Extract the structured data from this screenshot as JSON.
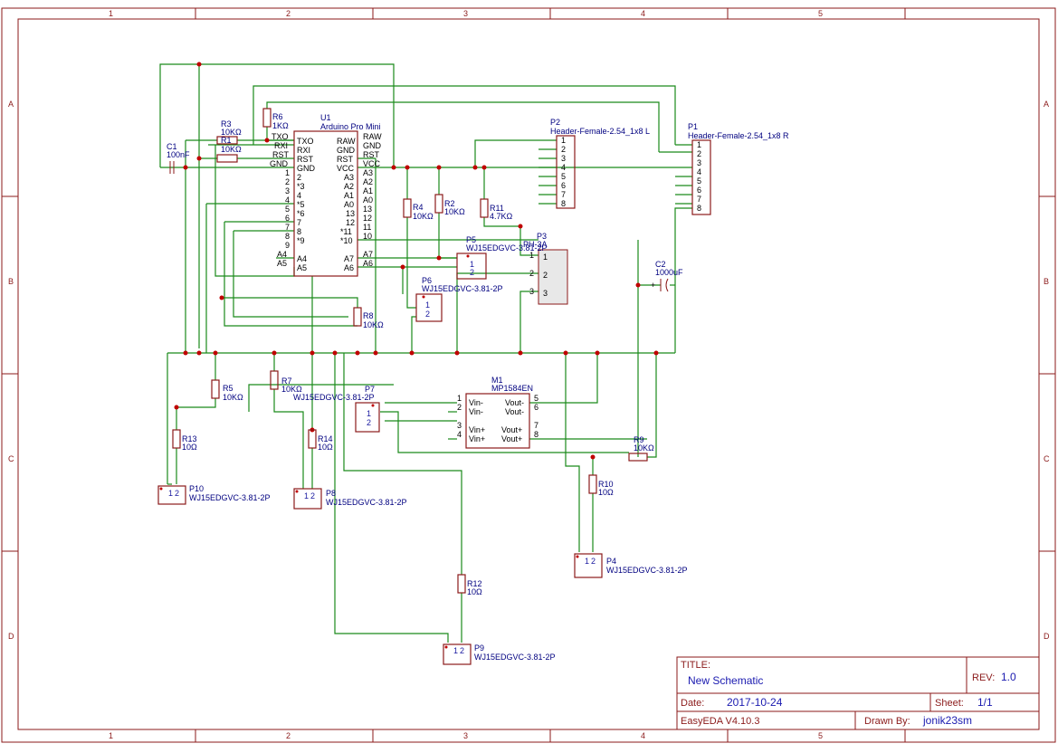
{
  "title_block": {
    "title_label": "TITLE:",
    "title": "New Schematic",
    "rev_label": "REV:",
    "rev": "1.0",
    "date_label": "Date:",
    "date": "2017-10-24",
    "sheet_label": "Sheet:",
    "sheet": "1/1",
    "tool": "EasyEDA V4.10.3",
    "drawn_by_label": "Drawn By:",
    "drawn_by": "jonik23sm"
  },
  "zones": {
    "columns": [
      "1",
      "2",
      "3",
      "4",
      "5"
    ],
    "rows": [
      "A",
      "B",
      "C",
      "D"
    ]
  },
  "components": {
    "u1": {
      "ref": "U1",
      "value": "Arduino Pro Mini",
      "left_pins": [
        "TXO",
        "RXI",
        "RST",
        "GND",
        "2",
        "*3",
        "4",
        "*5",
        "*6",
        "7",
        "8",
        "*9",
        "A4",
        "A5"
      ],
      "left_pin_nums": [
        "1",
        "2",
        "3",
        "4",
        "5",
        "6",
        "7",
        "8",
        "9"
      ],
      "right_pins": [
        "RAW",
        "GND",
        "RST",
        "VCC",
        "A3",
        "A2",
        "A1",
        "A0",
        "13",
        "12",
        "*11",
        "*10",
        "A7",
        "A6"
      ],
      "right_pin_nums": [
        "RAW",
        "GND",
        "RST",
        "VCC",
        "A3",
        "A2",
        "A1",
        "A0",
        "13",
        "12",
        "11",
        "10",
        "A7",
        "A6"
      ]
    },
    "p2": {
      "ref": "P2",
      "value": "Header-Female-2.54_1x8 L",
      "pins": [
        "1",
        "2",
        "3",
        "4",
        "5",
        "6",
        "7",
        "8"
      ]
    },
    "p1": {
      "ref": "P1",
      "value": "Header-Female-2.54_1x8 R",
      "pins": [
        "1",
        "2",
        "3",
        "4",
        "5",
        "6",
        "7",
        "8"
      ]
    },
    "p3": {
      "ref": "P3",
      "value": "PH-3A",
      "pins": [
        "1",
        "2",
        "3"
      ]
    },
    "m1": {
      "ref": "M1",
      "value": "MP1584EN",
      "left_pins": [
        "Vin-",
        "Vin-",
        "Vin+",
        "Vin+"
      ],
      "left_nums": [
        "1",
        "2",
        "3",
        "4"
      ],
      "right_pins": [
        "Vout-",
        "Vout-",
        "Vout+",
        "Vout+"
      ],
      "right_nums": [
        "5",
        "6",
        "7",
        "8"
      ]
    },
    "r1": {
      "ref": "R1",
      "value": "10KΩ"
    },
    "r2": {
      "ref": "R2",
      "value": "10KΩ"
    },
    "r3": {
      "ref": "R3",
      "value": "10KΩ"
    },
    "r4": {
      "ref": "R4",
      "value": "10KΩ"
    },
    "r5": {
      "ref": "R5",
      "value": "10KΩ"
    },
    "r6": {
      "ref": "R6",
      "value": "1KΩ"
    },
    "r7": {
      "ref": "R7",
      "value": "10KΩ"
    },
    "r8": {
      "ref": "R8",
      "value": "10KΩ"
    },
    "r9": {
      "ref": "R9",
      "value": "10KΩ"
    },
    "r10": {
      "ref": "R10",
      "value": "10Ω"
    },
    "r11": {
      "ref": "R11",
      "value": "4.7KΩ"
    },
    "r12": {
      "ref": "R12",
      "value": "10Ω"
    },
    "r13": {
      "ref": "R13",
      "value": "10Ω"
    },
    "r14": {
      "ref": "R14",
      "value": "10Ω"
    },
    "c1": {
      "ref": "C1",
      "value": "100nF"
    },
    "c2": {
      "ref": "C2",
      "value": "1000uF",
      "plus": "+"
    },
    "p4": {
      "ref": "P4",
      "value": "WJ15EDGVC-3.81-2P"
    },
    "p5": {
      "ref": "P5",
      "value": "WJ15EDGVC-3.81-2P"
    },
    "p6": {
      "ref": "P6",
      "value": "WJ15EDGVC-3.81-2P"
    },
    "p7": {
      "ref": "P7",
      "value": "WJ15EDGVC-3.81-2P"
    },
    "p8": {
      "ref": "P8",
      "value": "WJ15EDGVC-3.81-2P"
    },
    "p9": {
      "ref": "P9",
      "value": "WJ15EDGVC-3.81-2P"
    },
    "p10": {
      "ref": "P10",
      "value": "WJ15EDGVC-3.81-2P"
    },
    "two_pin": [
      "1",
      "2"
    ]
  }
}
